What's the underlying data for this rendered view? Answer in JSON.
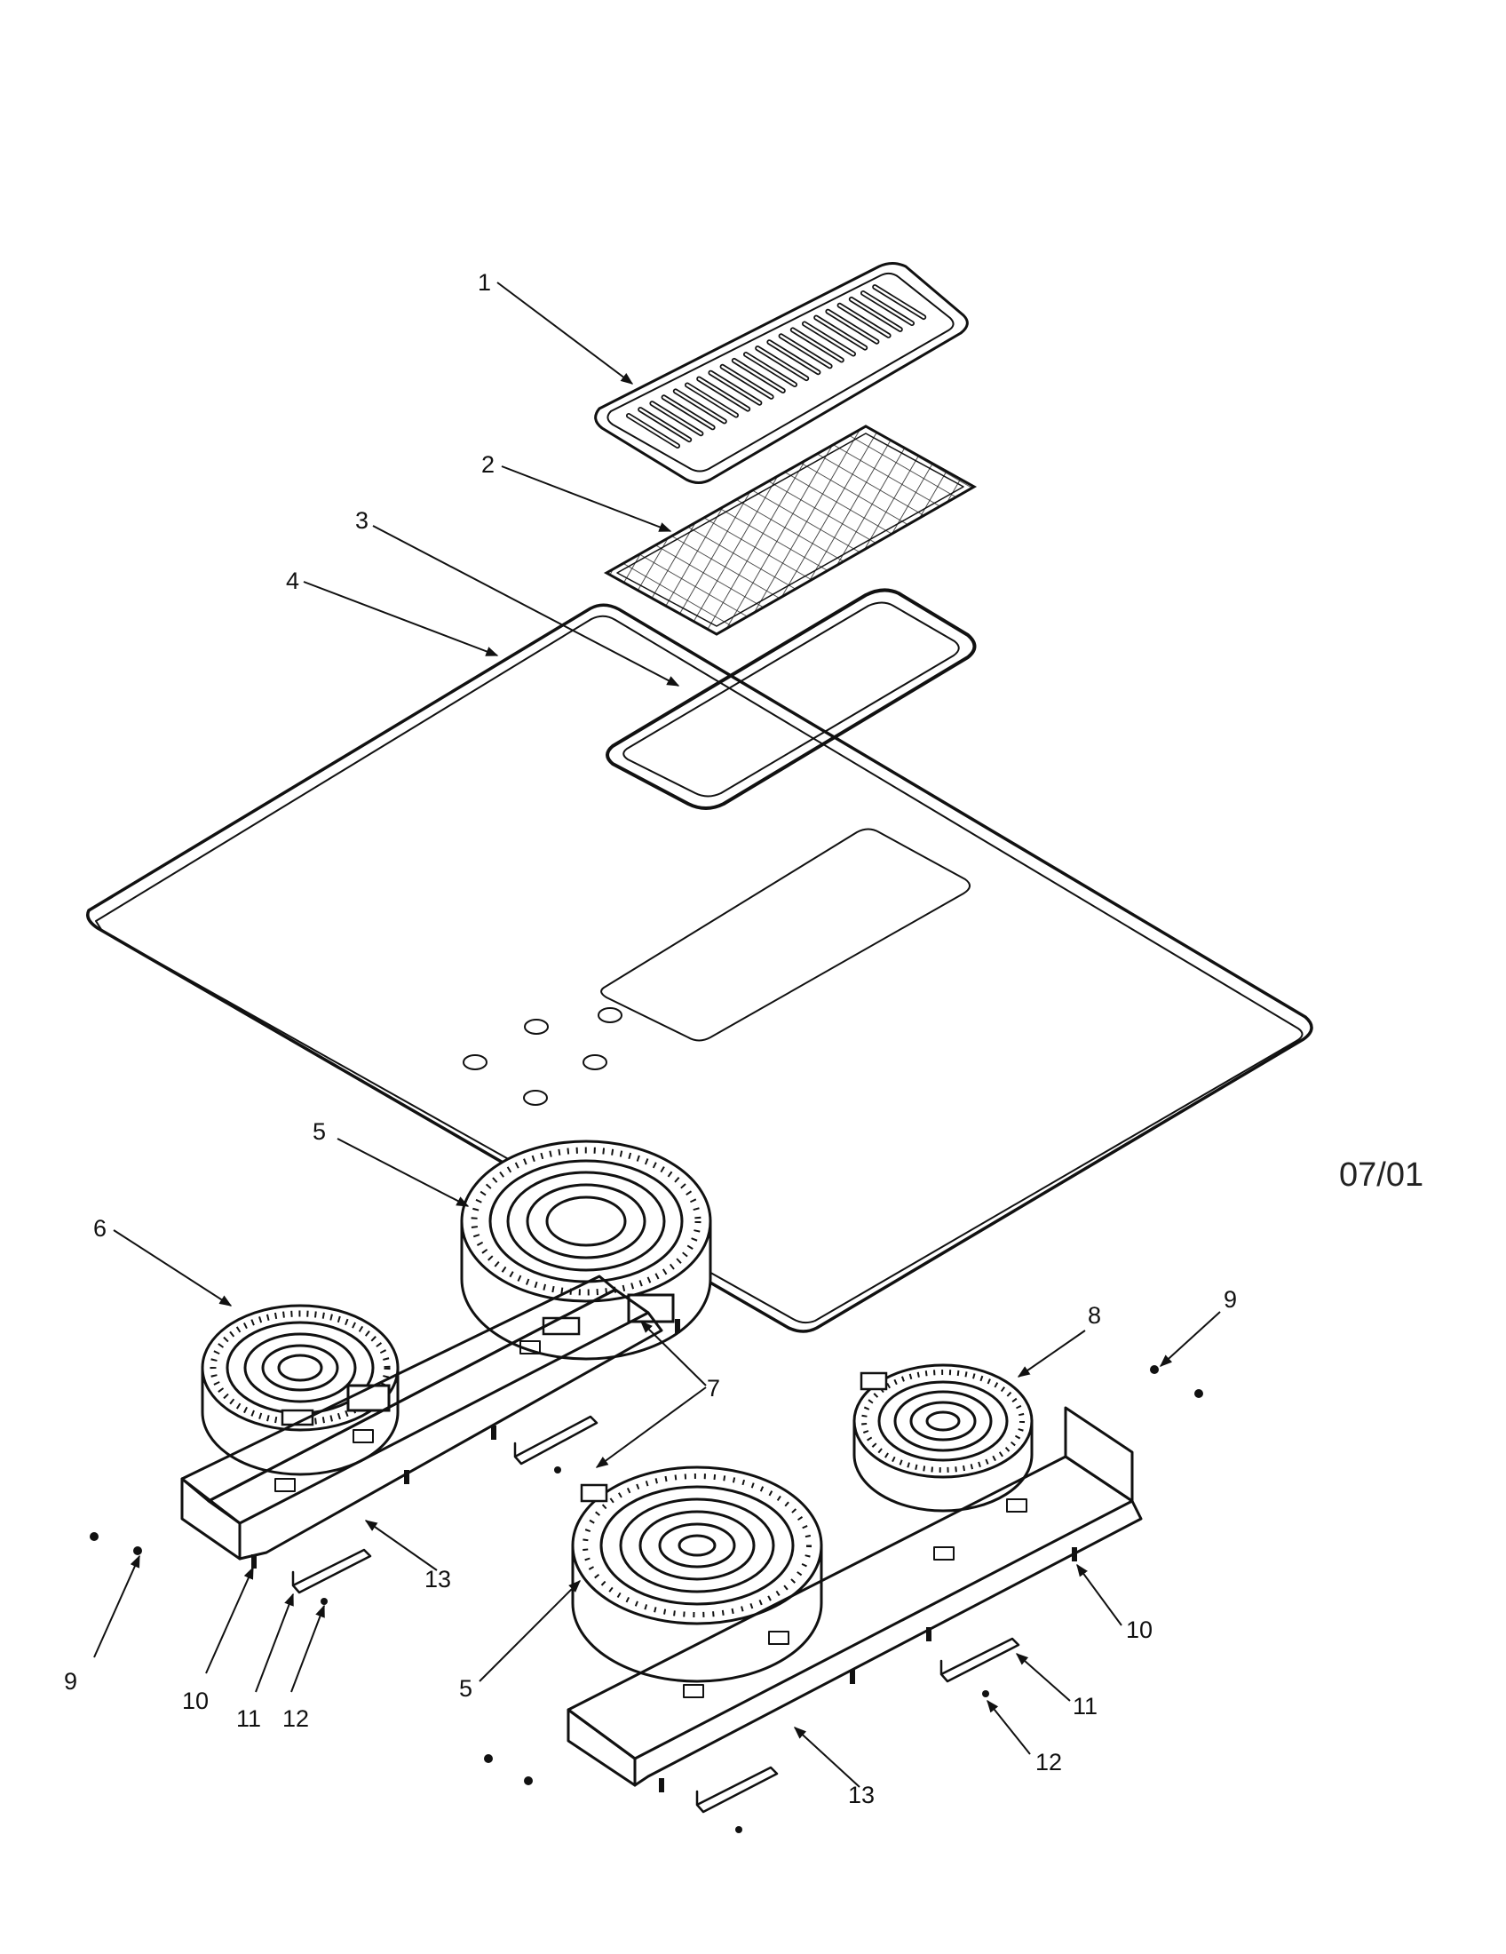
{
  "diagram": {
    "date_code": "07/01",
    "callouts": [
      {
        "id": "c1",
        "text": "1"
      },
      {
        "id": "c2",
        "text": "2"
      },
      {
        "id": "c3",
        "text": "3"
      },
      {
        "id": "c4",
        "text": "4"
      },
      {
        "id": "c5a",
        "text": "5"
      },
      {
        "id": "c6",
        "text": "6"
      },
      {
        "id": "c7",
        "text": "7"
      },
      {
        "id": "c8",
        "text": "8"
      },
      {
        "id": "c9a",
        "text": "9"
      },
      {
        "id": "c9b",
        "text": "9"
      },
      {
        "id": "c10a",
        "text": "10"
      },
      {
        "id": "c10b",
        "text": "10"
      },
      {
        "id": "c11a",
        "text": "11"
      },
      {
        "id": "c11b",
        "text": "11"
      },
      {
        "id": "c12a",
        "text": "12"
      },
      {
        "id": "c12b",
        "text": "12"
      },
      {
        "id": "c13a",
        "text": "13"
      },
      {
        "id": "c13b",
        "text": "13"
      },
      {
        "id": "c5b",
        "text": "5"
      }
    ]
  }
}
